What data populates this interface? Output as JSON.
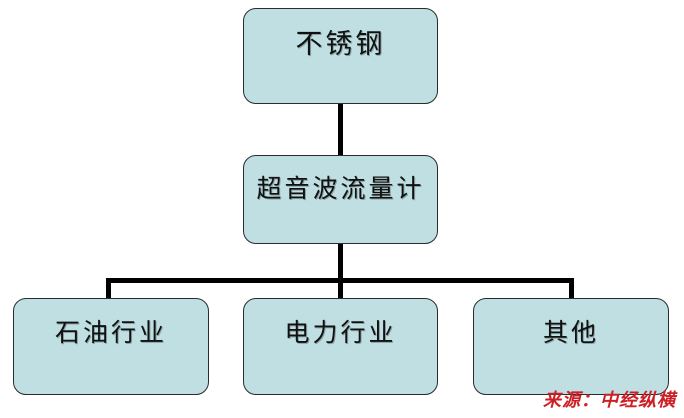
{
  "diagram": {
    "type": "hierarchy-tree",
    "orientation": "top-down",
    "background_color": "#ffffff",
    "node_fill_color": "#bfdfe3",
    "node_border_color": "#2b2b2b",
    "connector_color": "#000000",
    "levels": [
      {
        "level": 1,
        "nodes": [
          {
            "id": "root",
            "label": "不锈钢"
          }
        ]
      },
      {
        "level": 2,
        "nodes": [
          {
            "id": "product",
            "label": "超音波流量计"
          }
        ]
      },
      {
        "level": 3,
        "nodes": [
          {
            "id": "app-oil",
            "label": "石油行业"
          },
          {
            "id": "app-power",
            "label": "电力行业"
          },
          {
            "id": "app-other",
            "label": "其他"
          }
        ]
      }
    ],
    "edges": [
      {
        "from": "root",
        "to": "product"
      },
      {
        "from": "product",
        "to": "app-oil"
      },
      {
        "from": "product",
        "to": "app-power"
      },
      {
        "from": "product",
        "to": "app-other"
      }
    ]
  },
  "footer": {
    "source_text": "来源：中经纵横",
    "source_color": "#cc2026"
  }
}
